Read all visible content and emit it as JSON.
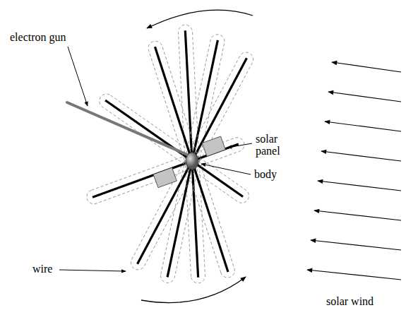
{
  "diagram": {
    "labels": [
      "electron gun",
      "solar panel",
      "body",
      "wire",
      "solar wind"
    ]
  }
}
